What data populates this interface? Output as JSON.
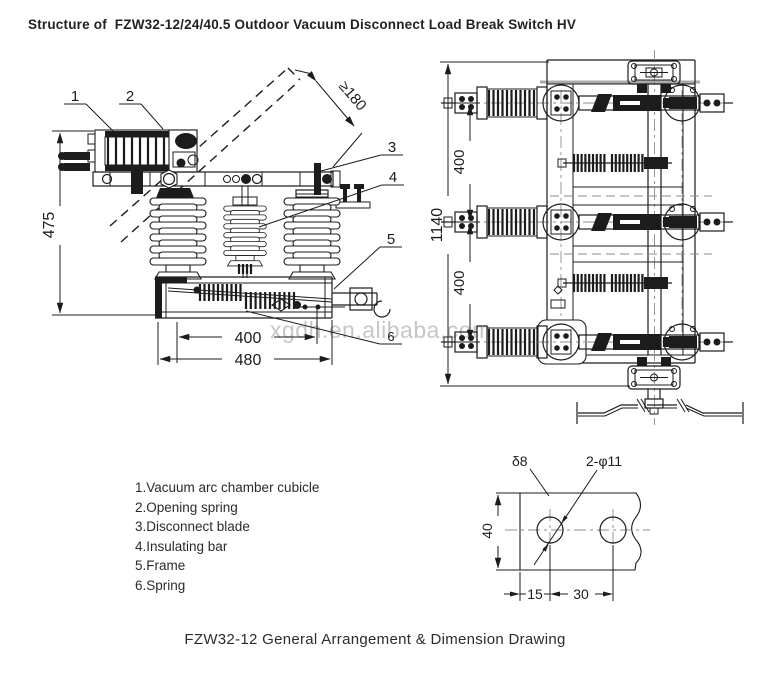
{
  "title": "Structure of  FZW32-12/24/40.5 Outdoor Vacuum Disconnect Load Break Switch HV",
  "caption": "FZW32-12 General Arrangement & Dimension Drawing",
  "watermark": "xgdh.en.alibaba.com",
  "parts_list": {
    "items": [
      "1.Vacuum arc chamber cubicle",
      "2.Opening spring",
      "3.Disconnect blade",
      "4.Insulating bar",
      "5.Frame",
      "6.Spring"
    ]
  },
  "side_view": {
    "callouts": {
      "c1": "1",
      "c2": "2",
      "c3": "3",
      "c4": "4",
      "c5": "5",
      "c6": "6"
    },
    "dims": {
      "height": "475",
      "blade_gap": "≥180",
      "span_inner": "400",
      "span_outer": "480"
    }
  },
  "front_view": {
    "dims": {
      "height": "1140",
      "spacing_upper": "400",
      "spacing_lower": "400"
    }
  },
  "hole_detail": {
    "labels": {
      "plate_thickness": "δ8",
      "holes": "2-φ11"
    },
    "dims": {
      "plate_width": "40",
      "hole_offset": "15",
      "hole_pitch": "30"
    }
  }
}
